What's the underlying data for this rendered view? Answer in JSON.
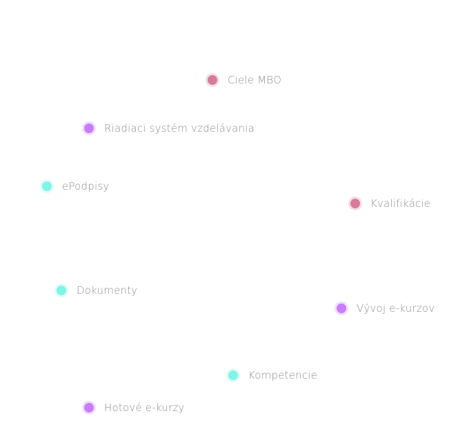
{
  "colors": {
    "pink": "#d67b9a",
    "purple": "#c77dff",
    "cyan": "#80f4e6"
  },
  "items": [
    {
      "label": "Ciele MBO",
      "color": "pink"
    },
    {
      "label": "Riadiaci systém vzdelávania",
      "color": "purple"
    },
    {
      "label": "ePodpisy",
      "color": "cyan"
    },
    {
      "label": "Kvalifikácie",
      "color": "pink"
    },
    {
      "label": "Dokumenty",
      "color": "cyan"
    },
    {
      "label": "Vývoj e-kurzov",
      "color": "purple"
    },
    {
      "label": "Kompetencie",
      "color": "cyan"
    },
    {
      "label": "Hotové e-kurzy",
      "color": "purple"
    }
  ]
}
